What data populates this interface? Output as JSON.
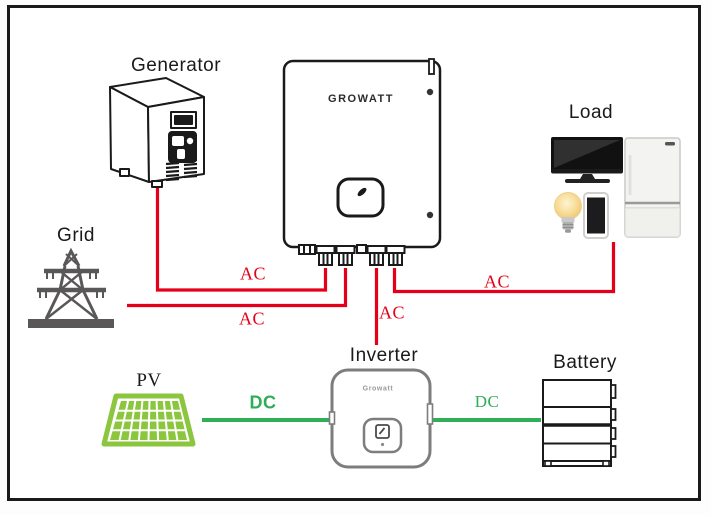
{
  "diagram": {
    "labels": {
      "generator": "Generator",
      "grid": "Grid",
      "pv": "PV",
      "inverter": "Inverter",
      "battery": "Battery",
      "load": "Load"
    },
    "brand": {
      "main_unit": "GROWATT",
      "inverter": "Growatt"
    },
    "line_labels": {
      "ac1": "AC",
      "ac2": "AC",
      "ac3": "AC",
      "ac4": "AC",
      "dc1": "DC",
      "dc2": "DC"
    },
    "connections": [
      {
        "from": "generator",
        "to": "main-unit",
        "label": "AC"
      },
      {
        "from": "grid",
        "to": "main-unit",
        "label": "AC"
      },
      {
        "from": "main-unit",
        "to": "inverter",
        "label": "AC"
      },
      {
        "from": "main-unit",
        "to": "load",
        "label": "AC"
      },
      {
        "from": "pv",
        "to": "inverter",
        "label": "DC"
      },
      {
        "from": "inverter",
        "to": "battery",
        "label": "DC"
      }
    ],
    "colors": {
      "ac_line": "#e50019",
      "dc_line": "#2fb056",
      "outline": "#1a1a1a",
      "pv_green": "#8cc63f",
      "tower_gray": "#595757"
    }
  }
}
